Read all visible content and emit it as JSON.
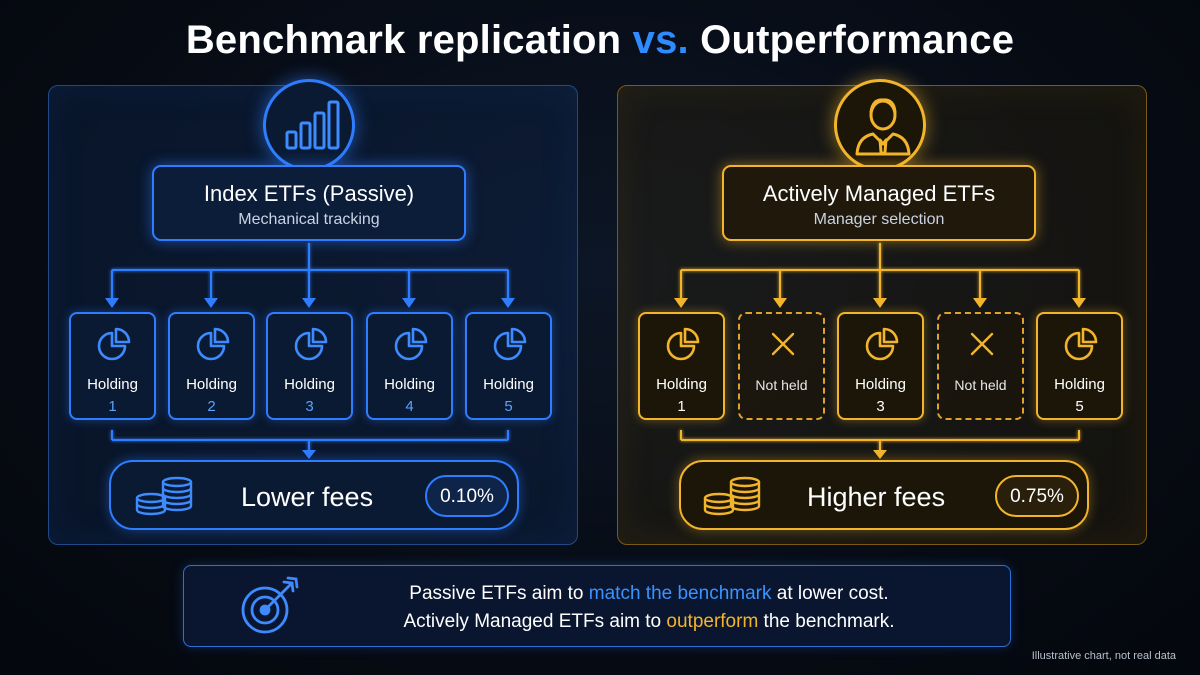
{
  "title": {
    "main": "Benchmark replication",
    "connector": "vs.",
    "end": "Outperformance"
  },
  "passive": {
    "header_title": "Index ETFs (Passive)",
    "header_subtitle": "Mechanical tracking",
    "icon": "bar-chart-icon",
    "color": "#2f7dff",
    "holdings": [
      {
        "label": "Holding",
        "num": "1"
      },
      {
        "label": "Holding",
        "num": "2"
      },
      {
        "label": "Holding",
        "num": "3"
      },
      {
        "label": "Holding",
        "num": "4"
      },
      {
        "label": "Holding",
        "num": "5"
      }
    ],
    "fee_label": "Lower fees",
    "fee_value": "0.10%"
  },
  "active": {
    "header_title": "Actively Managed ETFs",
    "header_subtitle": "Manager selection",
    "icon": "manager-person-icon",
    "color": "#f2b42b",
    "cards": [
      {
        "label": "Holding",
        "num": "1",
        "held": true
      },
      {
        "label": "Not held",
        "num": "",
        "held": false
      },
      {
        "label": "Holding",
        "num": "3",
        "held": true
      },
      {
        "label": "Not held",
        "num": "",
        "held": false
      },
      {
        "label": "Holding",
        "num": "5",
        "held": true
      }
    ],
    "fee_label": "Higher fees",
    "fee_value": "0.75%"
  },
  "summary": {
    "line1_a": "Passive ETFs aim to ",
    "line1_hl": "match the benchmark",
    "line1_b": " at lower cost.",
    "line2_a": "Actively Managed ETFs aim to ",
    "line2_hl": "outperform",
    "line2_b": " the benchmark.",
    "icon": "target-arrow-icon"
  },
  "footnote": "Illustrative chart, not real data"
}
